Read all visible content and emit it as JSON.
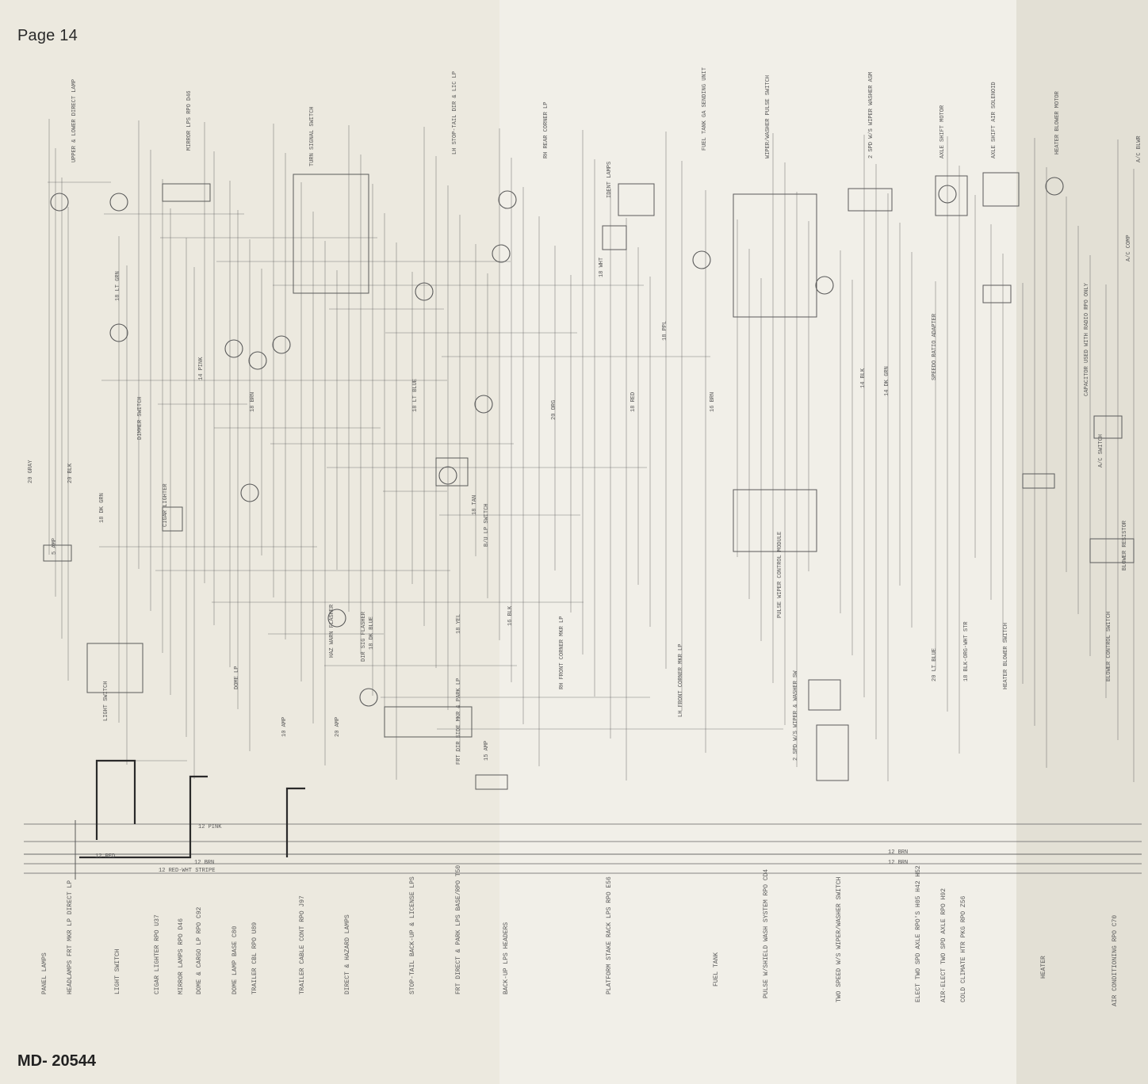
{
  "page": {
    "number_label": "Page 14",
    "doc_number": "MD- 20544"
  },
  "circuits": [
    "PANEL LAMPS",
    "HEADLAMPS FRT MKR LP DIRECT LP",
    "LIGHT SWITCH",
    "CIGAR LIGHTER RPO U37",
    "MIRROR LAMPS RPO D46",
    "DOME & CARGO LP RPO C92",
    "DOME LAMP BASE C80",
    "TRAILER CBL RPO U89",
    "TRAILER CABLE CONT RPO J97",
    "DIRECT & HAZARD LAMPS",
    "STOP-TAIL BACK-UP & LICENSE LPS",
    "FRT DIRECT & PARK LPS BASE/RPO T50",
    "BACK-UP LPS HEADERS",
    "PLATFORM STAKE RACK LPS RPO E56",
    "FUEL TANK",
    "PULSE W/SHIELD WASH SYSTEM RPO CD4",
    "TWO SPEED W/S WIPER/WASHER SWITCH",
    "ELECT TWO SPD AXLE RPO'S H05 H42 H52",
    "AIR-ELECT TWO SPD AXLE RPO H92",
    "COLD CLIMATE HTR PKG RPO Z56",
    "HEATER",
    "AIR CONDITIONING RPO C70"
  ],
  "harness_wires": [
    "12 PINK",
    "12 RED",
    "12 BRN",
    "12 RED-WHT STRIPE",
    "12 BRN",
    "12 BRN"
  ],
  "components": [
    "UPPER & LOWER DIRECT LAMP",
    "MIRROR LPS RPO D46",
    "TURN SIGNAL SWITCH",
    "LH STOP-TAIL DIR & LIC LP",
    "RH REAR CORNER LP",
    "FUEL TANK GA SENDING UNIT",
    "WIPER/WASHER PULSE SWITCH",
    "2 SPD W/S WIPER WASHER ASM",
    "AXLE SHIFT MOTOR",
    "AXLE SHIFT AIR SOLENOID",
    "HEATER BLOWER MOTOR",
    "A/C BLWR",
    "DIMMER SWITCH",
    "CIGAR LIGHTER",
    "LIGHT SWITCH",
    "DOME LP",
    "DIR SIG FLASHER",
    "HAZ WARN FLASHER",
    "PULSE WIPER CONTROL MODULE",
    "2 SPD W/S WIPER & WASHER SW",
    "HEATER BLOWER SWITCH",
    "BLOWER CONTROL SWITCH",
    "BLOWER RESISTOR",
    "A/C SWITCH",
    "A/C COMP",
    "CAPACITOR USED WITH RADIO RPO ONLY",
    "SPEEDO RATIO ADAPTER",
    "B/U LP SWITCH",
    "FRT DIR SIDE MKR & PARK LP",
    "RH FRONT CORNER MKR LP",
    "LH FRONT CORNER MKR LP",
    "IDENT LAMPS"
  ],
  "wire_labels": [
    "20 GRAY",
    "20 BLK",
    "18 LT GRN",
    "18 DK GRN",
    "18 BRN",
    "14 PINK",
    "18 DK BLUE",
    "18 LT BLUE",
    "18 YEL",
    "18 TAN",
    "16 BLK",
    "20 ORG",
    "18 WHT",
    "18 RED",
    "18 PPL",
    "16 BRN",
    "14 BLK",
    "14 DK GRN",
    "20 LT BLUE",
    "18 BLK-ORG-WHT STR"
  ],
  "fuses": [
    "5 AMP",
    "10 AMP",
    "20 AMP",
    "15 AMP"
  ],
  "colors": {
    "paper": "#ece9df",
    "paper_light": "#f1efe8",
    "ink": "#5a5a5a",
    "heavy_wire": "#2a2a2a"
  }
}
